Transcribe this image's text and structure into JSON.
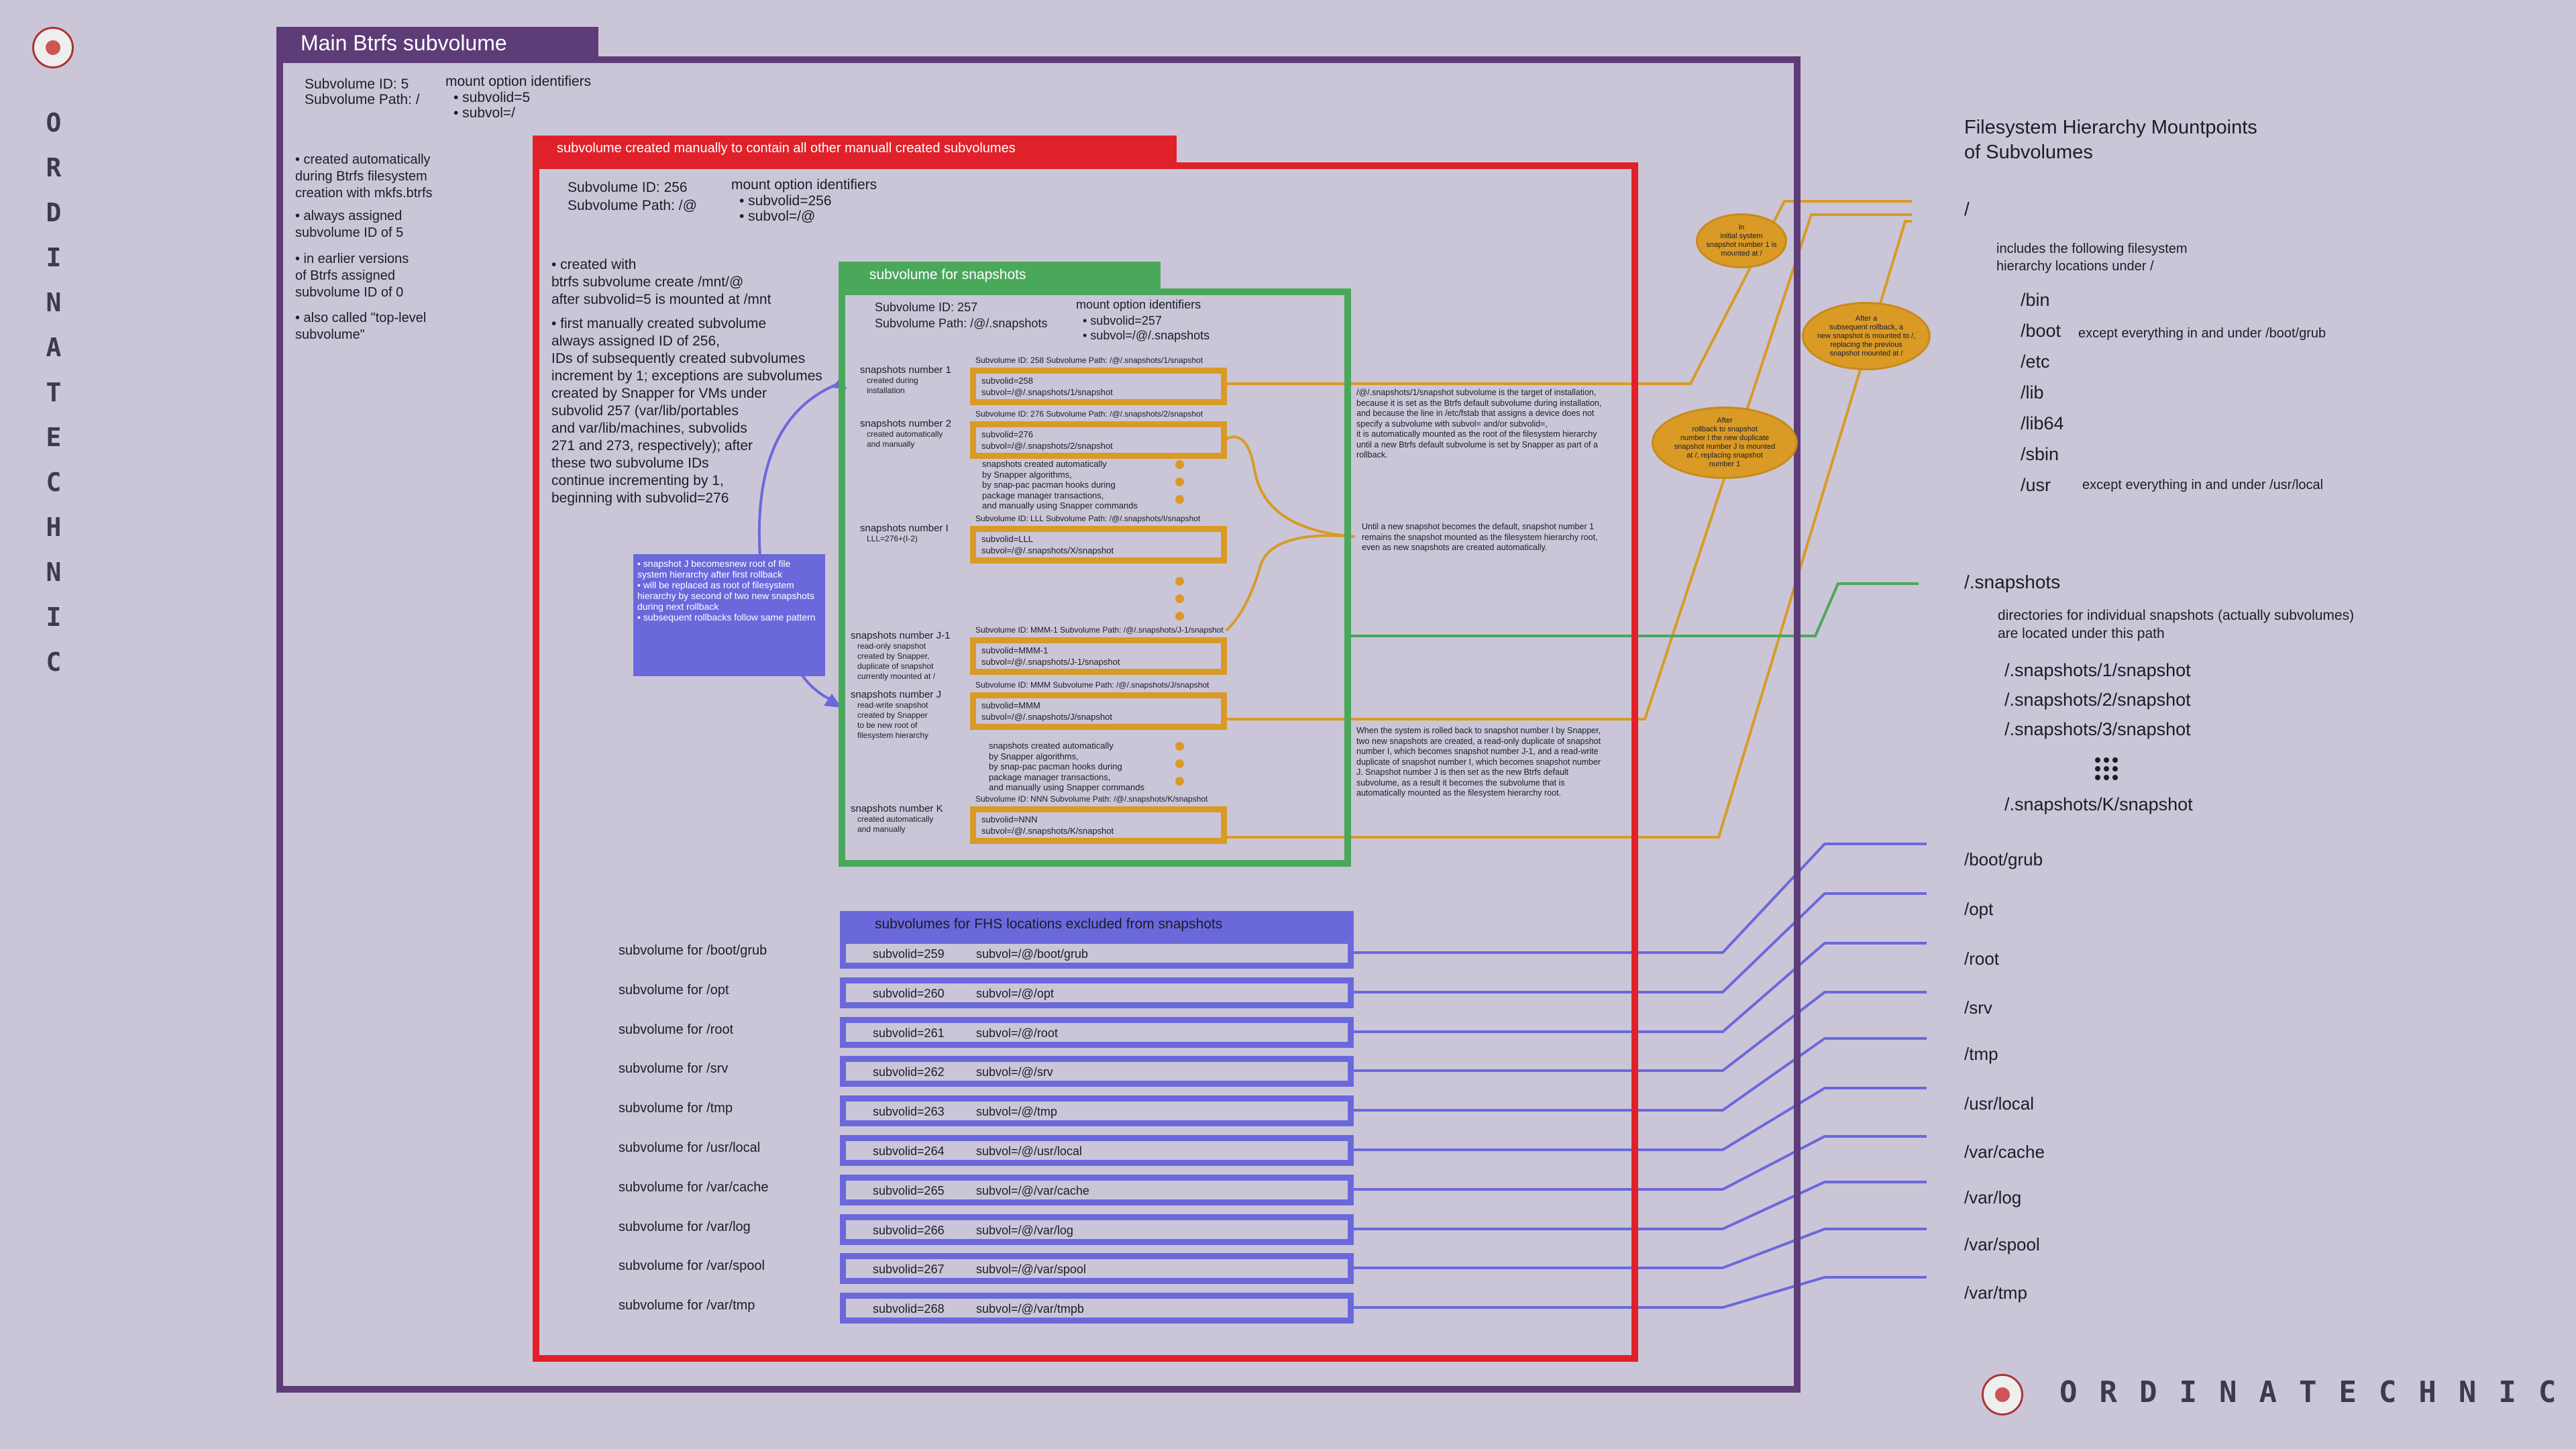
{
  "logo": {
    "vertical": [
      "O",
      "R",
      "D",
      "I",
      "N",
      "A",
      "T",
      "E",
      "C",
      "H",
      "N",
      "I",
      "C"
    ],
    "horizontal": "ORDINATECHNIC"
  },
  "main": {
    "title": "Main Btrfs subvolume",
    "id_line": "Subvolume ID: 5",
    "path_line": "Subvolume Path: /",
    "mount_title": "mount option identifiers",
    "mount_items": [
      "• subvolid=5",
      "• subvol=/"
    ],
    "notes": [
      "• created automatically\nduring Btrfs filesystem\ncreation with mkfs.btrfs",
      "• always assigned\nsubvolume ID of 5",
      "• in earlier versions\nof Btrfs assigned\nsubvolume ID of 0",
      "• also called \"top-level\nsubvolume\""
    ]
  },
  "manual": {
    "title": "subvolume created manually to contain all other manuall created subvolumes",
    "id_line": "Subvolume ID: 256",
    "path_line": "Subvolume Path: /@",
    "mount_title": "mount option identifiers",
    "mount_items": [
      "• subvolid=256",
      "• subvol=/@"
    ],
    "notes": [
      "• created with\nbtrfs subvolume create /mnt/@\nafter subvolid=5 is mounted at /mnt",
      "• first manually created subvolume\nalways assigned ID of 256,\nIDs of subsequently created subvolumes\nincrement by 1; exceptions are subvolumes\ncreated by Snapper for VMs under\nsubvolid 257 (var/lib/portables\nand var/lib/machines, subvolids\n271 and 273, respectively); after\nthese two subvolume IDs\ncontinue incrementing by 1,\nbeginning with subvolid=276"
    ]
  },
  "rollback_note": "• snapshot J becomesnew root of file system hierarchy after first rollback\n• will be replaced as root of filesystem hierarchy by second of two new snapshots during next rollback\n• subsequent rollbacks follow same pattern",
  "snapshots": {
    "title": "subvolume for snapshots",
    "id_line": "Subvolume ID: 257",
    "path_line": "Subvolume Path: /@/.snapshots",
    "mount_title": "mount option identifiers",
    "mount_items": [
      "• subvolid=257",
      "• subvol=/@/.snapshots"
    ],
    "items": [
      {
        "label": "snapshots number 1",
        "desc": "created during\ninstallation",
        "header": "Subvolume ID: 258    Subvolume Path: /@/.snapshots/1/snapshot",
        "l1": "subvolid=258",
        "l2": "subvol=/@/.snapshots/1/snapshot"
      },
      {
        "label": "snapshots number 2",
        "desc": "created automatically\nand manually",
        "header": "Subvolume ID: 276    Subvolume Path: /@/.snapshots/2/snapshot",
        "l1": "subvolid=276",
        "l2": "subvol=/@/.snapshots/2/snapshot"
      },
      {
        "label": "snapshots number I",
        "desc": "LLL=276+(I-2)",
        "header": "Subvolume ID: LLL      Subvolume Path: /@/.snapshots/I/snapshot",
        "l1": "subvolid=LLL",
        "l2": "subvol=/@/.snapshots/X/snapshot"
      },
      {
        "label": "snapshots number J-1",
        "desc": "read-only snapshot\ncreated by Snapper,\nduplicate of snapshot\ncurrently mounted at /",
        "header": "Subvolume ID: MMM-1      Subvolume Path: /@/.snapshots/J-1/snapshot",
        "l1": "subvolid=MMM-1",
        "l2": "subvol=/@/.snapshots/J-1/snapshot"
      },
      {
        "label": "snapshots number J",
        "desc": "read-write snapshot\ncreated by Snapper\nto be new root of\nfilesystem hierarchy",
        "header": "Subvolume ID: MMM          Subvolume Path: /@/.snapshots/J/snapshot",
        "l1": "subvolid=MMM",
        "l2": "subvol=/@/.snapshots/J/snapshot"
      },
      {
        "label": "snapshots number K",
        "desc": "created automatically\nand manually",
        "header": "Subvolume ID: NNN          Subvolume Path: /@/.snapshots/K/snapshot",
        "l1": "subvolid=NNN",
        "l2": "subvol=/@/.snapshots/K/snapshot"
      }
    ],
    "auto_note_1": "snapshots created automatically\nby Snapper algorithms,\nby snap-pac pacman hooks during\npackage manager transactions,\nand manually using Snapper commands",
    "auto_note_2": "snapshots created automatically\nby Snapper algorithms,\nby snap-pac pacman hooks during\npackage manager transactions,\nand manually using Snapper commands"
  },
  "explanations": [
    "/@/.snapshots/1/snapshot subvolume is the target of installation,\nbecause it is set as the Btrfs default subvolume during installation,\nand because the line in /etc/fstab that assigns a device does not\nspecify a subvolume with subvol= and/or subvolid=,\nit is automatically mounted as the root of the filesystem hierarchy\nuntil a new Btrfs default subvolume is set by Snapper as part of a\nrollback.",
    "Until a new snapshot becomes the default, snapshot number 1\nremains the snapshot mounted as the filesystem hierarchy root,\neven as new snapshots are created automatically.",
    "When the system is rolled back to snapshot number I by Snapper,\n two new snapshots are created, a read-only duplicate of snapshot\nnumber I, which becomes snapshot number J-1, and a read-write\nduplicate of snapshot number I, which becomes snapshot number\nJ. Snapshot number J is then set as the new Btrfs default\nsubvolume, as a result it becomes the subvolume that is\nautomatically mounted as the filesystem hierarchy root."
  ],
  "ellipses": [
    "in\ninitial system\nsnapshot number 1 is\nmounted at /",
    "After a\nsubsequent rollback, a\nnew snapshot is mounted to /,\nreplacing the previous\nsnapshot mounted at /",
    "After\nrollback to snapshot\nnumber I the new duplicate\nsnapshot number J is mounted\nat /, replacing snapshot\nnumber 1"
  ],
  "fhs": {
    "title": "subvolumes for FHS locations excluded from snapshots",
    "rows": [
      {
        "label": "subvolume for /boot/grub",
        "id": "subvolid=259",
        "path": "subvol=/@/boot/grub"
      },
      {
        "label": "subvolume for /opt",
        "id": "subvolid=260",
        "path": "subvol=/@/opt"
      },
      {
        "label": "subvolume for /root",
        "id": "subvolid=261",
        "path": "subvol=/@/root"
      },
      {
        "label": "subvolume for /srv",
        "id": "subvolid=262",
        "path": "subvol=/@/srv"
      },
      {
        "label": "subvolume for /tmp",
        "id": "subvolid=263",
        "path": "subvol=/@/tmp"
      },
      {
        "label": "subvolume for /usr/local",
        "id": "subvolid=264",
        "path": "subvol=/@/usr/local"
      },
      {
        "label": "subvolume for /var/cache",
        "id": "subvolid=265",
        "path": "subvol=/@/var/cache"
      },
      {
        "label": "subvolume for /var/log",
        "id": "subvolid=266",
        "path": "subvol=/@/var/log"
      },
      {
        "label": "subvolume for /var/spool",
        "id": "subvolid=267",
        "path": "subvol=/@/var/spool"
      },
      {
        "label": "subvolume for /var/tmp",
        "id": "subvolid=268",
        "path": "subvol=/@/var/tmpb"
      }
    ]
  },
  "hierarchy": {
    "title": "Filesystem Hierarchy Mountpoints\n of Subvolumes",
    "root": "/",
    "root_desc": "includes the following filesystem\nhierarchy locations under /",
    "root_items": [
      "/bin",
      "/boot",
      "/etc",
      "/lib",
      "/lib64",
      "/sbin",
      "/usr"
    ],
    "boot_note": "except everything in and under /boot/grub",
    "usr_note": "except everything in and under /usr/local",
    "snap_root": "/.snapshots",
    "snap_desc": "directories for individual snapshots (actually subvolumes)\nare located under this path",
    "snap_items": [
      "/.snapshots/1/snapshot",
      "/.snapshots/2/snapshot",
      "/.snapshots/3/snapshot"
    ],
    "snap_last": "/.snapshots/K/snapshot",
    "fhs_mounts": [
      "/boot/grub",
      "/opt",
      "/root",
      "/srv",
      "/tmp",
      "/usr/local",
      "/var/cache",
      "/var/log",
      "/var/spool",
      "/var/tmp"
    ]
  },
  "colors": {
    "background": "#cac6d8",
    "main": "#5e3c78",
    "manual": "#e0212a",
    "snapshots": "#4aa85a",
    "snapshot_item": "#d99a26",
    "fhs": "#6b68dc"
  }
}
